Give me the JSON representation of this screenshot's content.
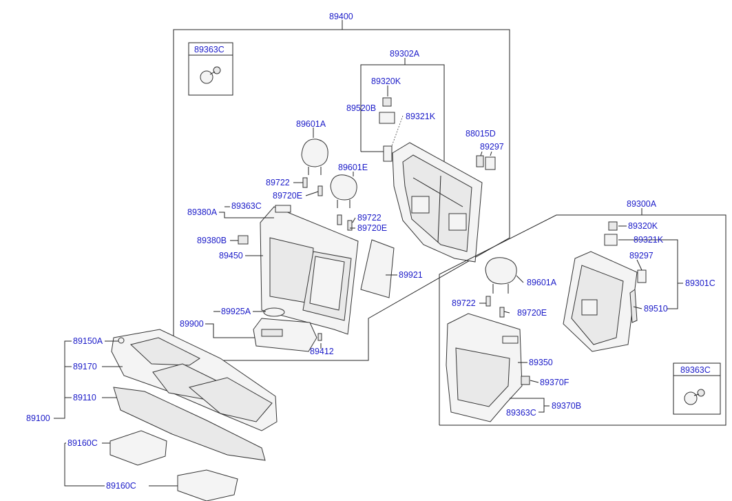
{
  "labels": {
    "l89400": "89400",
    "l89363C_a": "89363C",
    "l89302A": "89302A",
    "l89320K_a": "89320K",
    "l89520B": "89520B",
    "l89321K_a": "89321K",
    "l89601A_a": "89601A",
    "l88015D": "88015D",
    "l89297_a": "89297",
    "l89601E": "89601E",
    "l89722_a": "89722",
    "l89720E_a": "89720E",
    "l89380A": "89380A",
    "l89363C_b": "89363C",
    "l89722_b": "89722",
    "l89720E_b": "89720E",
    "l89380B": "89380B",
    "l89450": "89450",
    "l89921": "89921",
    "l89925A": "89925A",
    "l89900": "89900",
    "l89412": "89412",
    "l89300A": "89300A",
    "l89320K_b": "89320K",
    "l89321K_b": "89321K",
    "l89297_b": "89297",
    "l89301C": "89301C",
    "l89601A_b": "89601A",
    "l89722_c": "89722",
    "l89720E_c": "89720E",
    "l89510": "89510",
    "l89350": "89350",
    "l89370F": "89370F",
    "l89363C_c": "89363C",
    "l89370B": "89370B",
    "l89363C_d": "89363C",
    "l89150A": "89150A",
    "l89170": "89170",
    "l89110": "89110",
    "l89100": "89100",
    "l89160C_a": "89160C",
    "l89160C_b": "89160C"
  },
  "colors": {
    "label": "#1a1ac8",
    "line": "#222222"
  }
}
